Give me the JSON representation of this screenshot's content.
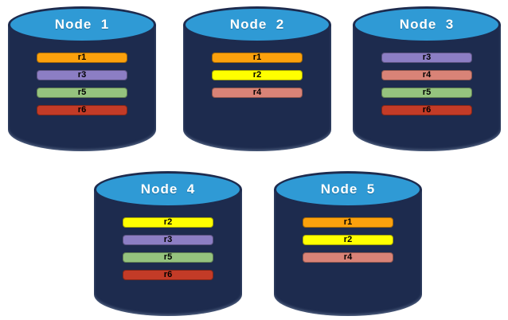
{
  "canvas": {
    "background": "#FFFFFF"
  },
  "cylinder_colors": {
    "body": "#1D2B4E",
    "top": "#2F9AD5",
    "top_border": "#1D2B4E"
  },
  "replica_colors": {
    "r1": "#FBA10D",
    "r2": "#FFFF00",
    "r3": "#8C7EC4",
    "r4": "#D98377",
    "r5": "#95C37E",
    "r6": "#C33B27"
  },
  "nodes": [
    {
      "label": "Node  1",
      "replicas": [
        "r1",
        "r3",
        "r5",
        "r6"
      ]
    },
    {
      "label": "Node  2",
      "replicas": [
        "r1",
        "r2",
        "r4"
      ]
    },
    {
      "label": "Node  3",
      "replicas": [
        "r3",
        "r4",
        "r5",
        "r6"
      ]
    },
    {
      "label": "Node  4",
      "replicas": [
        "r2",
        "r3",
        "r5",
        "r6"
      ]
    },
    {
      "label": "Node  5",
      "replicas": [
        "r1",
        "r2",
        "r4"
      ]
    }
  ]
}
